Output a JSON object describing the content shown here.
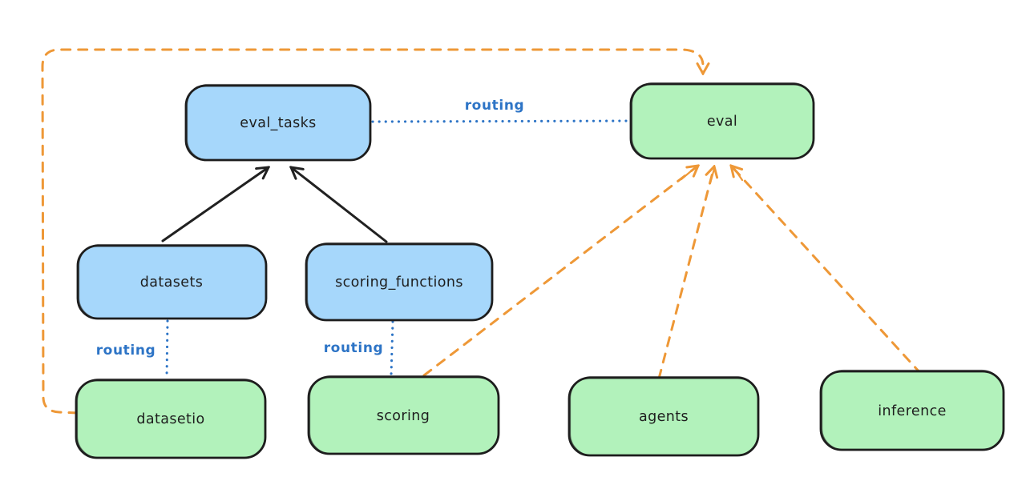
{
  "nodes": {
    "eval_tasks": {
      "label": "eval_tasks",
      "kind": "registry"
    },
    "eval": {
      "label": "eval",
      "kind": "api"
    },
    "datasets": {
      "label": "datasets",
      "kind": "registry"
    },
    "scoring_functions": {
      "label": "scoring_functions",
      "kind": "registry"
    },
    "datasetio": {
      "label": "datasetio",
      "kind": "api"
    },
    "scoring": {
      "label": "scoring",
      "kind": "api"
    },
    "agents": {
      "label": "agents",
      "kind": "api"
    },
    "inference": {
      "label": "inference",
      "kind": "api"
    }
  },
  "edges": {
    "eval_tasks_to_eval": {
      "label": "routing",
      "style": "blue-dotted"
    },
    "datasets_to_datasetio": {
      "label": "routing",
      "style": "blue-dotted"
    },
    "scoring_functions_to_scoring": {
      "label": "routing",
      "style": "blue-dotted"
    },
    "datasets_to_eval_tasks": {
      "style": "black-solid-arrow"
    },
    "scoring_functions_to_eval_tasks": {
      "style": "black-solid-arrow"
    },
    "datasetio_to_eval": {
      "style": "orange-dashed-arrow"
    },
    "scoring_to_eval": {
      "style": "orange-dashed-arrow"
    },
    "agents_to_eval": {
      "style": "orange-dashed-arrow"
    },
    "inference_to_eval": {
      "style": "orange-dashed-arrow"
    }
  },
  "colors": {
    "registry_fill": "#a6d7fb",
    "api_fill": "#b2f2bb",
    "box_stroke": "#1e1e1e",
    "routing_blue": "#2d74c6",
    "provider_orange": "#ee9837",
    "arrow_black": "#212121",
    "background": "#ffffff"
  }
}
